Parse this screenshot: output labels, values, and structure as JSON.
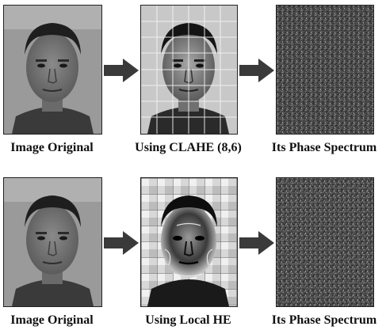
{
  "rows": [
    {
      "captions": [
        "Image Original",
        "Using CLAHE (8,6)",
        "Its Phase Spectrum"
      ]
    },
    {
      "captions": [
        "Image Original",
        "Using Local HE",
        "Its Phase Spectrum"
      ]
    }
  ]
}
